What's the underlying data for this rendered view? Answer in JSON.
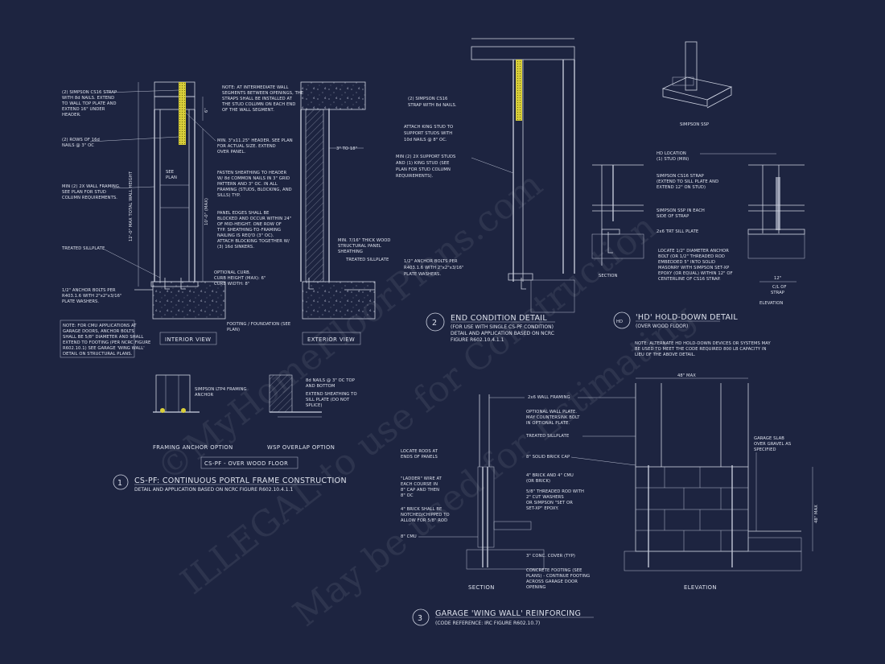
{
  "detail1": {
    "number": "1",
    "title": "CS-PF: CONTINUOUS PORTAL FRAME CONSTRUCTION",
    "subtitle": "DETAIL AND APPLICATION BASED ON NCRC FIGURE R602.10.4.1.1",
    "interior_label": "INTERIOR VIEW",
    "exterior_label": "EXTERIOR VIEW",
    "box_label": "CS-PF - OVER WOOD FLOOR",
    "framing_anchor_label": "FRAMING ANCHOR OPTION",
    "wsp_overlap_label": "WSP OVERLAP OPTION",
    "notes": {
      "strap": [
        "(2) SIMPSON CS16 STRAP",
        "WITH 8d NAILS. EXTEND",
        "TO WALL TOP PLATE AND",
        "EXTEND 16\" UNDER",
        "HEADER."
      ],
      "nails": [
        "(2) ROWS OF 16d",
        "NAILS @ 3\" OC"
      ],
      "framing": [
        "MIN (2) 2X WALL FRAMING.",
        "SEE PLAN FOR STUD",
        "COLUMN REQUIREMENTS."
      ],
      "sill": [
        "TREATED SILLPLATE"
      ],
      "bolts": [
        "1/2\" ANCHOR BOLTS PER",
        "R403.1.6 WITH 2\"x2\"x3/16\"",
        "PLATE WASHERS."
      ],
      "cmu": [
        "NOTE: FOR CMU APPLICATIONS AT",
        "GARAGE DOORS, ANCHOR BOLTS",
        "SHALL BE 5/8\" DIAMETER AND SHALL",
        "EXTEND TO FOOTING (PER NCRC FIGURE",
        "R602.10.1) SEE GARAGE 'WING WALL'",
        "DETAIL ON STRUCTURAL PLANS."
      ],
      "intermediate": [
        "NOTE: AT INTERMEDIATE WALL",
        "SEGMENTS BETWEEN OPENINGS, THE",
        "STRAPS SHALL BE INSTALLED AT",
        "THE STUD COLUMN ON EACH END",
        "OF THE WALL SEGMENT."
      ],
      "header": [
        "MIN. 3\"x11.25\" HEADER. SEE PLAN",
        "FOR ACTUAL SIZE. EXTEND",
        "OVER PANEL."
      ],
      "sheathing": [
        "FASTEN SHEATHING TO HEADER",
        "W/ 8d COMMON NAILS IN 3\" GRID",
        "PATTERN AND 3\" OC. IN ALL",
        "FRAMING (STUDS, BLOCKING, AND",
        "SILLS) TYP."
      ],
      "panel_edges": [
        "PANEL EDGES SHALL BE",
        "BLOCKED AND OCCUR WITHIN 24\"",
        "OF MID-HEIGHT. ONE ROW OF",
        "TYP. SHEATHING-TO-FRAMING",
        "NAILING IS REQ'D (3\" OC).",
        "ATTACH BLOCKING TOGETHER W/",
        "(3) 16d SINKERS."
      ],
      "curbs": [
        "OPTIONAL CURB.",
        "CURB HEIGHT (MAX): 6\"",
        "CURB WIDTH: 8\""
      ],
      "footing": [
        "FOOTING / FOUNDATION (SEE",
        "PLAN)"
      ],
      "wood_panel": [
        "MIN. 7/16\" THICK WOOD",
        "STRUCTURAL PANEL",
        "SHEATHING"
      ],
      "ext_sill": [
        "TREATED SILLPLATE"
      ],
      "ltp4": [
        "SIMPSON LTP4 FRAMING",
        "ANCHOR"
      ],
      "overlap": [
        "8d NAILS @ 3\" OC TOP",
        "AND BOTTOM",
        "EXTEND SHEATHING TO",
        "SILL PLATE (DO NOT",
        "SPLICE)"
      ],
      "see_plan": [
        "SEE",
        "PLAN"
      ],
      "dim_3to18": "3\" TO 18\"",
      "dim_wall_height": "12'-0\" MAX TOTAL WALL HEIGHT",
      "dim_max": "10'-0\" (MAX)",
      "dim_6": "6\""
    }
  },
  "detail2": {
    "number": "2",
    "title": "END CONDITION DETAIL",
    "subtitle": [
      "(FOR USE WITH SINGLE CS-PF CONDITION)",
      "DETAIL AND APPLICATION BASED ON NCRC",
      "FIGURE R602.10.4.1.1"
    ],
    "notes": {
      "strap": [
        "(2) SIMPSON CS16",
        "STRAP WITH 8d NAILS."
      ],
      "king": [
        "ATTACH KING STUD TO",
        "SUPPORT STUDS WITH",
        "10d NAILS @ 8\" OC."
      ],
      "support": [
        "MIN (2) 2X SUPPORT STUDS",
        "AND (1) KING STUD (SEE",
        "PLAN FOR STUD COLUMN",
        "REQUIREMENTS)."
      ],
      "bolts": [
        "1/2\" ANCHOR BOLTS PER",
        "R403.1.6 WITH 2\"x2\"x3/16\"",
        "PLATE WASHERS."
      ]
    }
  },
  "hd": {
    "badge": "HD",
    "title": "'HD' HOLD-DOWN DETAIL",
    "subtitle": "(OVER WOOD FLOOR)",
    "ssp_label": "SIMPSON SSP",
    "section_label": "SECTION",
    "elevation_label": "ELEVATION",
    "dim_12": "12\"",
    "strap_label": [
      "C/L OF",
      "STRAP"
    ],
    "notes": {
      "location": [
        "HD LOCATION",
        "(1) STUD (MIN)"
      ],
      "cs16": [
        "SIMPSON CS16 STRAP",
        "(EXTEND TO SILL PLATE AND",
        "EXTEND 12\" ON STUD)"
      ],
      "ssp": [
        "SIMPSON SSP IN EACH",
        "SIDE OF STRAP"
      ],
      "sill": [
        "2x6 TRT SILL PLATE"
      ],
      "rod": [
        "LOCATE 1/2\" DIAMETER ANCHOR",
        "BOLT (OR 1/2\" THREADED ROD",
        "EMBEDDED 5\" INTO SOLID",
        "MASONRY WITH SIMPSON SET-XP",
        "EPOXY (OR EQUAL) WITHIN 12\" OF",
        "CENTERLINE OF CS16 STRAP."
      ]
    },
    "alt_note": [
      "NOTE: ALTERNATE HD HOLD-DOWN DEVICES OR SYSTEMS MAY",
      "BE USED TO MEET THE CODE REQUIRED 800 LB CAPACITY IN",
      "LIEU OF THE ABOVE DETAIL."
    ]
  },
  "detail3": {
    "number": "3",
    "title": "GARAGE 'WING WALL' REINFORCING",
    "subtitle": "(CODE REFERENCE: IRC FIGURE R602.10.7)",
    "section_label": "SECTION",
    "elevation_label": "ELEVATION",
    "dim_48_top": "48\" MAX",
    "dim_48_side": "48\" MAX",
    "notes": {
      "framing": [
        "2x6 WALL FRAMING"
      ],
      "plate": [
        "OPTIONAL WALL PLATE.",
        "MAY COUNTERSINK BOLT",
        "IN OPTIONAL PLATE."
      ],
      "sill": [
        "TREATED SILLPLATE"
      ],
      "cap": [
        "8\" SOLID BRICK CAP"
      ],
      "brick": [
        "4\" BRICK AND 4\" CMU",
        "(OR BRICK)"
      ],
      "rod": [
        "5/8\" THREADED ROD WITH",
        "2\" CUT WASHERS",
        "OR SIMPSON \"SET OR",
        "SET-XP\" EPOXY."
      ],
      "rods_ends": [
        "LOCATE RODS AT",
        "ENDS OF PANELS"
      ],
      "ladder": [
        "\"LADDER\" WIRE AT",
        "EACH COURSE IN",
        "8\" CAP AND THEN",
        "8\" OC"
      ],
      "notched": [
        "4\" BRICK SHALL BE",
        "NOTCHED/CHIPPED TO",
        "ALLOW FOR 5/8\" ROD"
      ],
      "cmu": [
        "8\" CMU"
      ],
      "cover": [
        "3\" CONC. COVER (TYP)"
      ],
      "footing": [
        "CONCRETE FOOTING (SEE",
        "PLANS) - CONTINUE FOOTING",
        "ACROSS GARAGE DOOR",
        "OPENING"
      ],
      "slab": [
        "GARAGE SLAB",
        "OVER GRAVEL AS",
        "SPECIFIED"
      ]
    }
  },
  "watermark": [
    "©MyHomeFloorPlans.com",
    "ILLEGAL to use for Construction",
    "May be used for Estimating"
  ]
}
